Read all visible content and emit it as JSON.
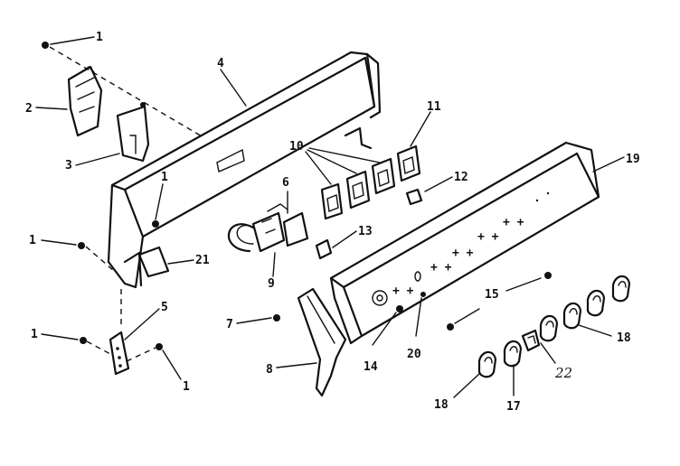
{
  "callouts": {
    "c1_top": "1",
    "c2": "2",
    "c3": "3",
    "c4": "4",
    "c1_mid": "1",
    "c1_left": "1",
    "c21": "21",
    "c6": "6",
    "c9": "9",
    "c10": "10",
    "c11": "11",
    "c12": "12",
    "c13": "13",
    "c19": "19",
    "c5": "5",
    "c1_low": "1",
    "c1_bottom": "1",
    "c7": "7",
    "c8": "8",
    "c14": "14",
    "c20": "20",
    "c15": "15",
    "c18_right": "18",
    "c22": "22",
    "c17": "17",
    "c18_left": "18"
  }
}
